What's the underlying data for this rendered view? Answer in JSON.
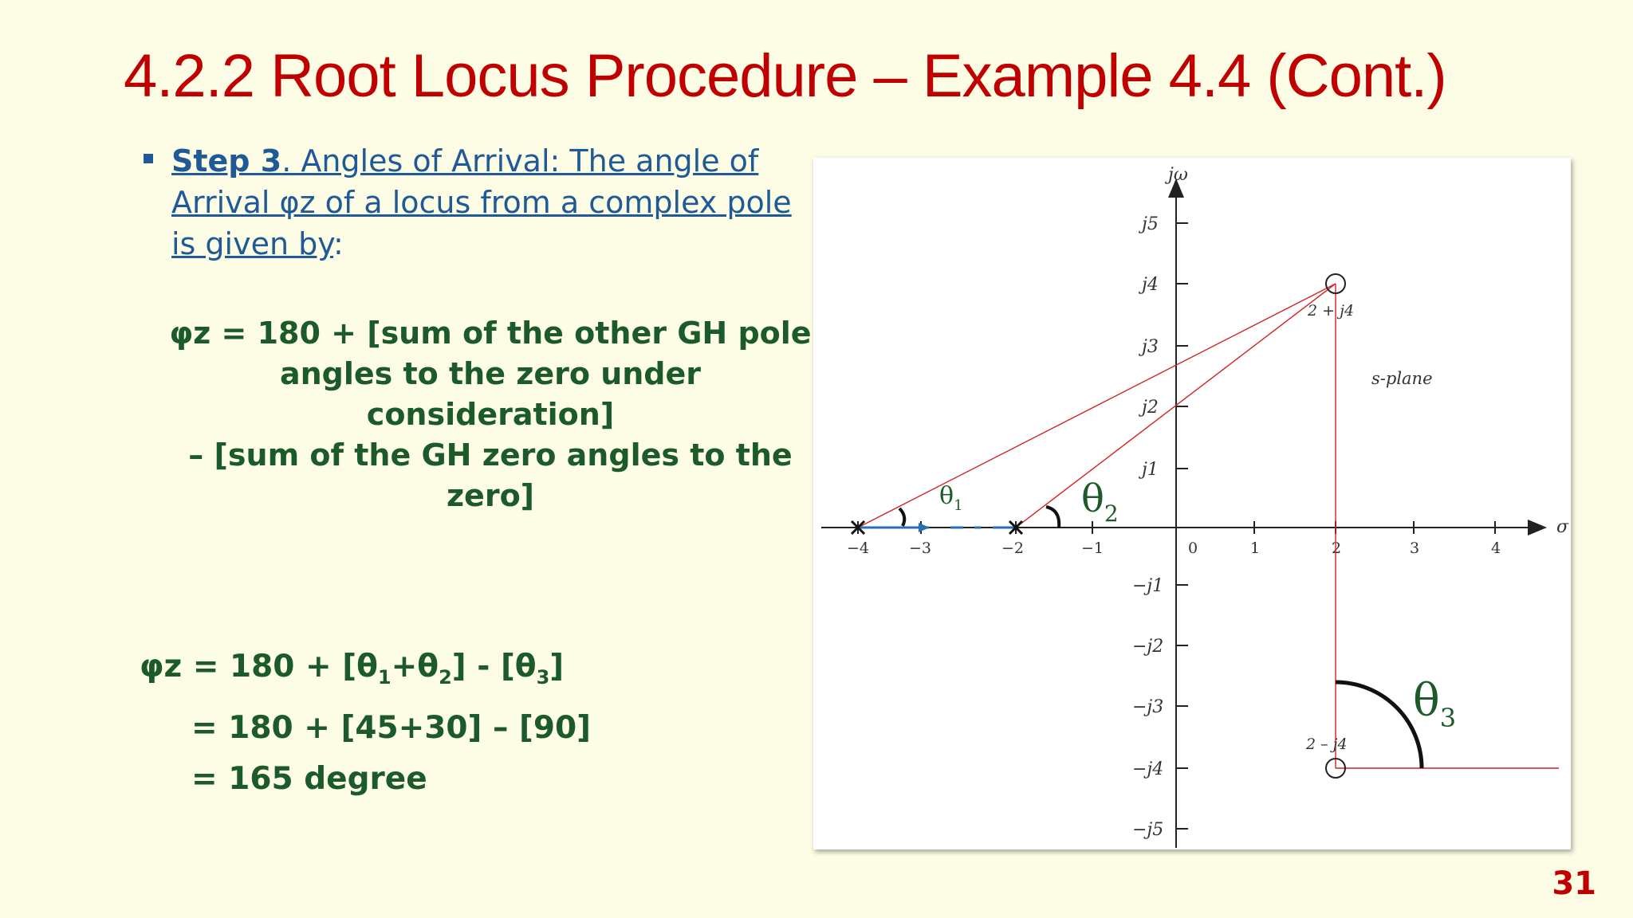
{
  "title": "4.2.2 Root Locus Procedure – Example 4.4 (Cont.)",
  "step": {
    "label": "Step 3",
    "text1": ". Angles of Arrival: The angle of",
    "text2": "Arrival φz of a locus from a complex pole",
    "text3": "is given by",
    "colon": ":"
  },
  "formula": {
    "line1": "φz = 180 + [sum of the other GH pole",
    "line2": "angles to the zero under consideration]",
    "line3": "– [sum of the GH zero angles to the",
    "line4": "zero]"
  },
  "calc": {
    "phi": "φz = 180 + [θ",
    "plus": "+θ",
    "mid": "]  - [θ",
    "end": "]",
    "sub1": "1",
    "sub2": "2",
    "sub3": "3",
    "line2": "= 180 + [45+30] – [90]",
    "line3": "= 165 degree"
  },
  "page_number": "31",
  "diagram": {
    "y_axis_label": "jω",
    "x_axis_label": "σ",
    "plane_label": "s-plane",
    "zero_upper_label": "2 + j4",
    "zero_lower_label": "2 – j4",
    "x_ticks": [
      "−4",
      "−3",
      "−2",
      "−1",
      "0",
      "1",
      "2",
      "3",
      "4"
    ],
    "y_ticks": [
      "j5",
      "j4",
      "j3",
      "j2",
      "j1",
      "−j1",
      "−j2",
      "−j3",
      "−j4",
      "−j5"
    ],
    "theta1": "θ",
    "theta1_sub": "1",
    "theta2": "θ",
    "theta2_sub": "2",
    "theta3": "θ",
    "theta3_sub": "3",
    "poles": [
      -4,
      -2
    ],
    "zeros": [
      [
        2,
        4
      ],
      [
        2,
        -4
      ]
    ],
    "colors": {
      "lines": "#d42020",
      "title": "#c00000",
      "green": "#1c5a2a",
      "blue": "#1f5a96"
    }
  }
}
